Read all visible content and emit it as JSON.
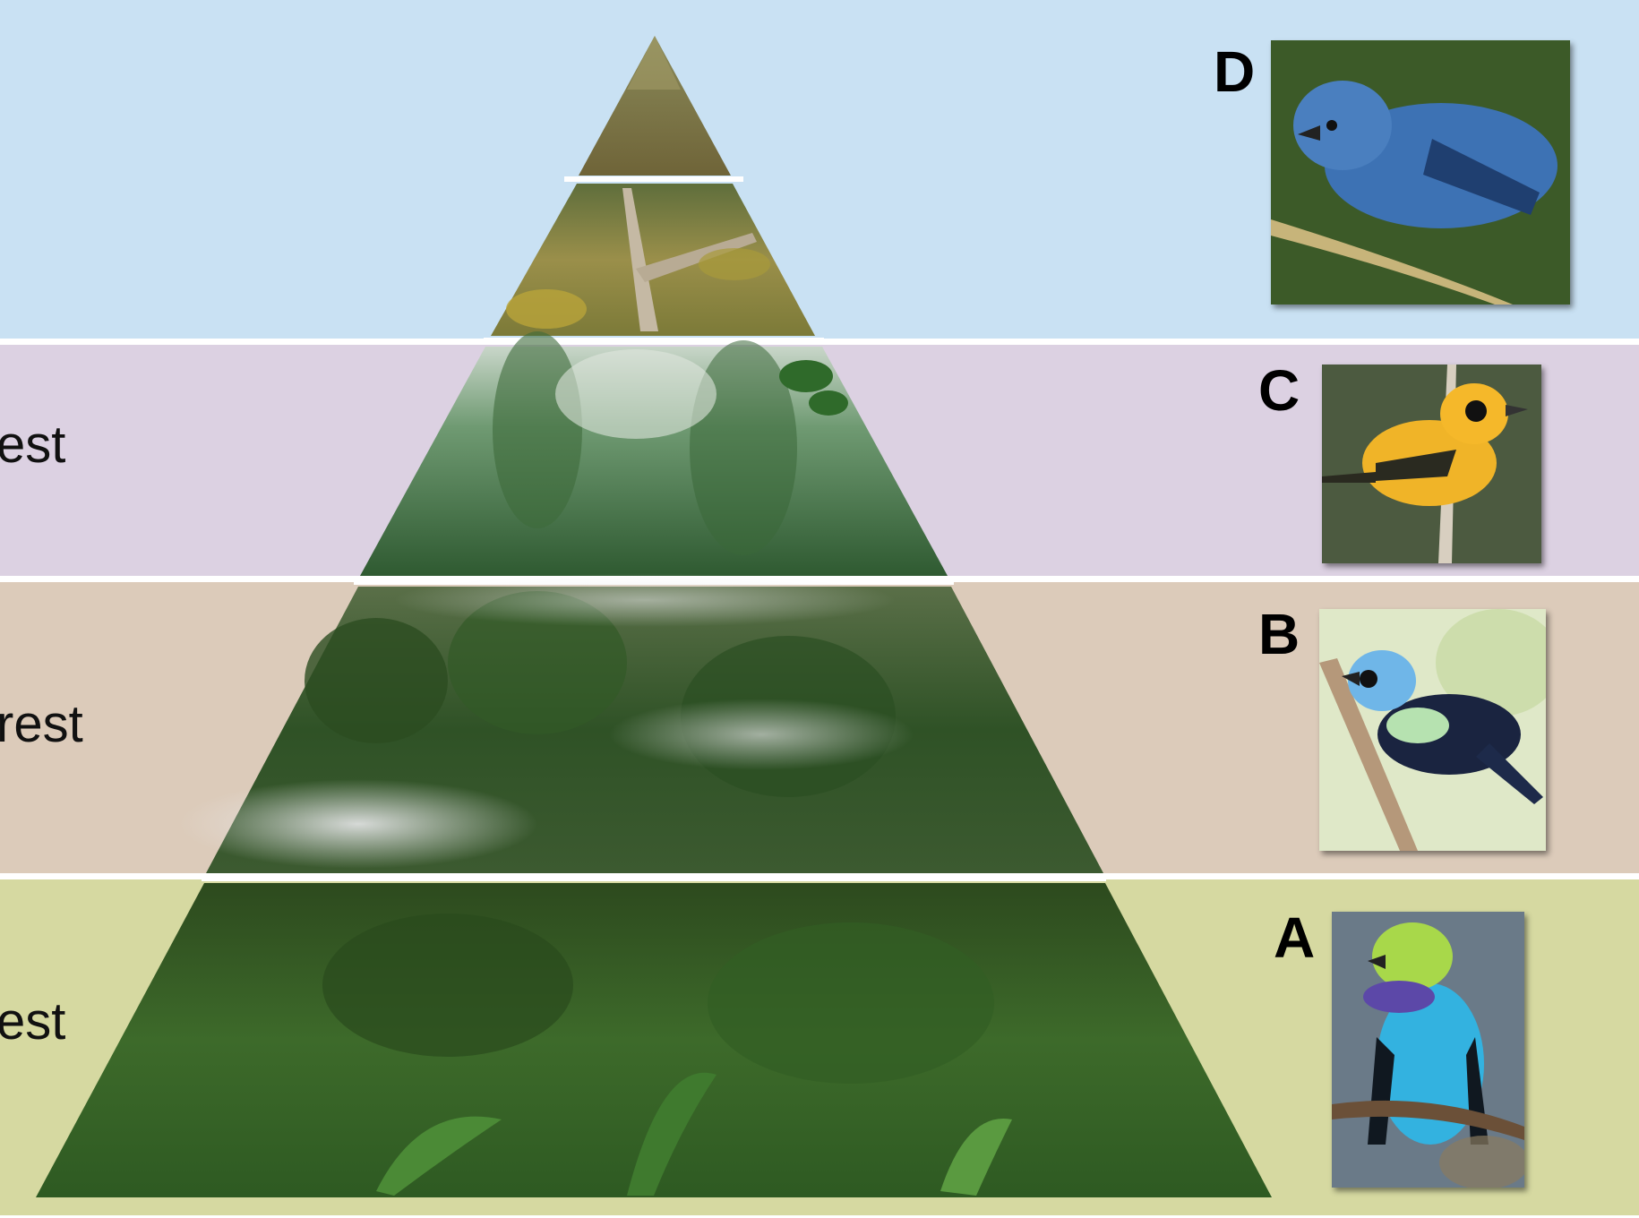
{
  "zones": [
    {
      "key": "D",
      "label": "",
      "color": "#c9e1f3"
    },
    {
      "key": "C",
      "label": "est",
      "color": "#dcd1e2"
    },
    {
      "key": "B",
      "label": "rest",
      "color": "#dccbba"
    },
    {
      "key": "A",
      "label": "est",
      "color": "#d6d9a1"
    }
  ],
  "birds": [
    {
      "letter": "D",
      "icon": "blue-tanager-photo-icon"
    },
    {
      "letter": "C",
      "icon": "golden-tanager-photo-icon"
    },
    {
      "letter": "B",
      "icon": "blue-necked-tanager-photo-icon"
    },
    {
      "letter": "A",
      "icon": "paradise-tanager-photo-icon"
    }
  ],
  "pyramid_icons": [
    "paramo-peak-icon",
    "elfin-forest-icon",
    "cloud-forest-icon",
    "montane-forest-icon",
    "lowland-rainforest-icon"
  ],
  "footer": ""
}
